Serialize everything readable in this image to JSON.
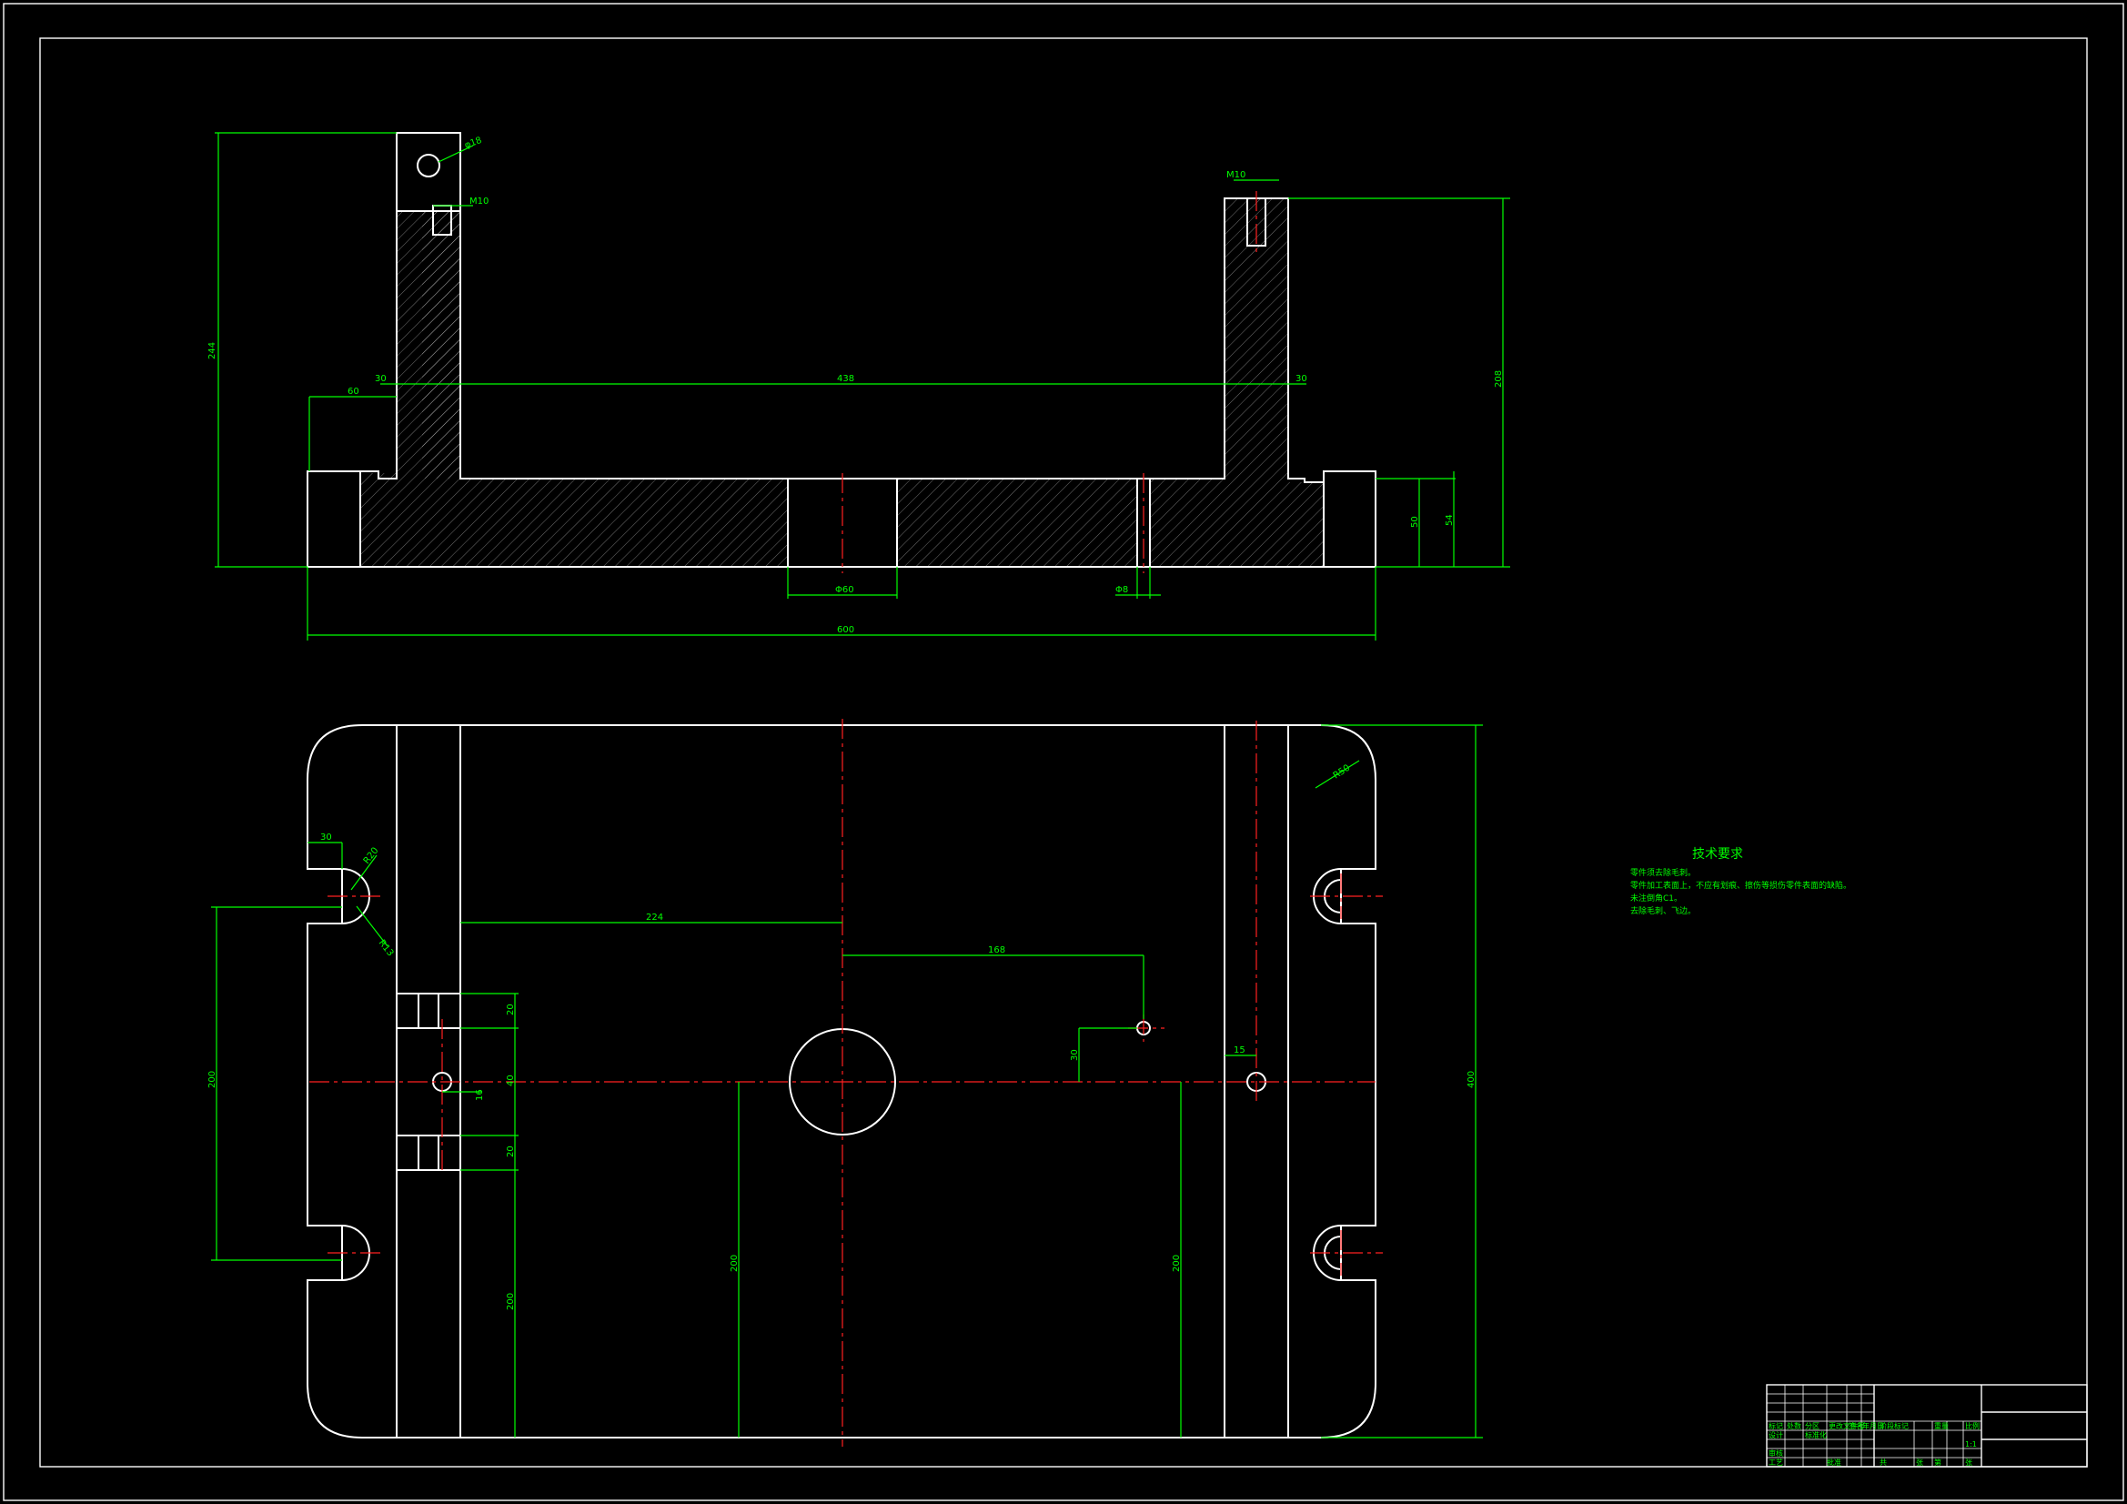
{
  "colors": {
    "background": "#000000",
    "outline": "#ffffff",
    "dimension": "#00ff00",
    "centerline": "#ff2020"
  },
  "front_view": {
    "dims": {
      "height_left": "244",
      "pin_dia": "φ18",
      "top_hole": "M10",
      "right_hole": "M10",
      "inner_width": "438",
      "wall_left": "30",
      "wall_right": "30",
      "offset_left": "60",
      "total_height_right": "208",
      "base_h1": "50",
      "base_h2": "54",
      "center_hole": "Φ60",
      "small_hole": "Φ8",
      "overall_length": "600"
    }
  },
  "top_view": {
    "dims": {
      "corner_radius": "R50",
      "slot_w": "30",
      "slot_r1": "R20",
      "slot_r2": "R13",
      "slot_pitch": "200",
      "to_center": "224",
      "hole_offset_x": "168",
      "hole_offset_y": "30",
      "pin_offset": "15",
      "pocket_1": "20",
      "pocket_2": "40",
      "pocket_3": "20",
      "pocket_4": "16",
      "bottom_left": "200",
      "bottom_mid": "200",
      "bottom_right": "200",
      "overall_width": "400"
    }
  },
  "tech_req": {
    "title": "技术要求",
    "lines": [
      "零件须去除毛刺。",
      "零件加工表面上，不应有划痕、擦伤等损伤零件表面的缺陷。",
      "未注倒角C1。",
      "去除毛刺、飞边。"
    ]
  },
  "title_block": {
    "cells": [
      "标记",
      "处数",
      "分区",
      "更改文件号",
      "签名",
      "年月日",
      "设计",
      "标准化",
      "审核",
      "工艺",
      "批准",
      "阶段标记",
      "重量",
      "比例",
      "1:1",
      "共",
      "张",
      "第",
      "张"
    ]
  }
}
